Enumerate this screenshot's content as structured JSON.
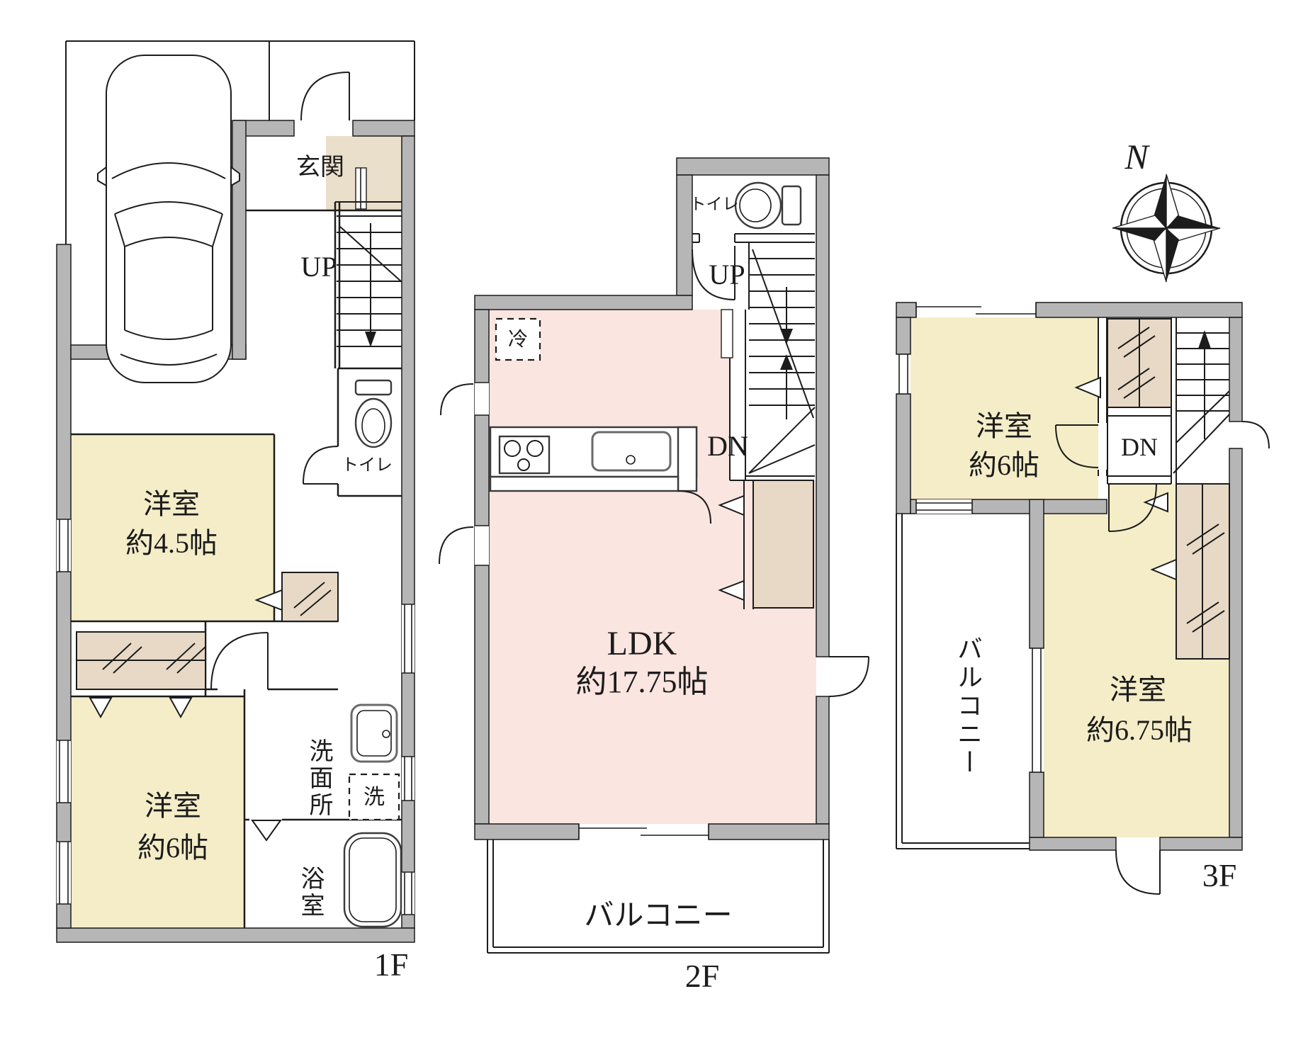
{
  "colors": {
    "wall": "#b6b6b6",
    "room_yellow": "#f4edc8",
    "room_pink": "#fae5e0",
    "closet_beige": "#e7d9c6",
    "genkan_beige": "#eadfca"
  },
  "floor1": {
    "label": "1F",
    "entrance": "玄関",
    "stairs_up": "UP",
    "toilet": "トイレ",
    "room45_name": "洋室",
    "room45_size": "約4.5帖",
    "room6_name": "洋室",
    "room6_size": "約6帖",
    "washroom": "洗面所",
    "washer": "洗",
    "bathroom": "浴室"
  },
  "floor2": {
    "label": "2F",
    "toilet": "トイレ",
    "stairs_up": "UP",
    "stairs_dn": "DN",
    "fridge": "冷",
    "ldk_name": "LDK",
    "ldk_size": "約17.75帖",
    "balcony": "バルコニー"
  },
  "floor3": {
    "label": "3F",
    "room6_name": "洋室",
    "room6_size": "約6帖",
    "stairs_dn": "DN",
    "room675_name": "洋室",
    "room675_size": "約6.75帖",
    "balcony": "バルコニー",
    "compass_north": "N"
  }
}
